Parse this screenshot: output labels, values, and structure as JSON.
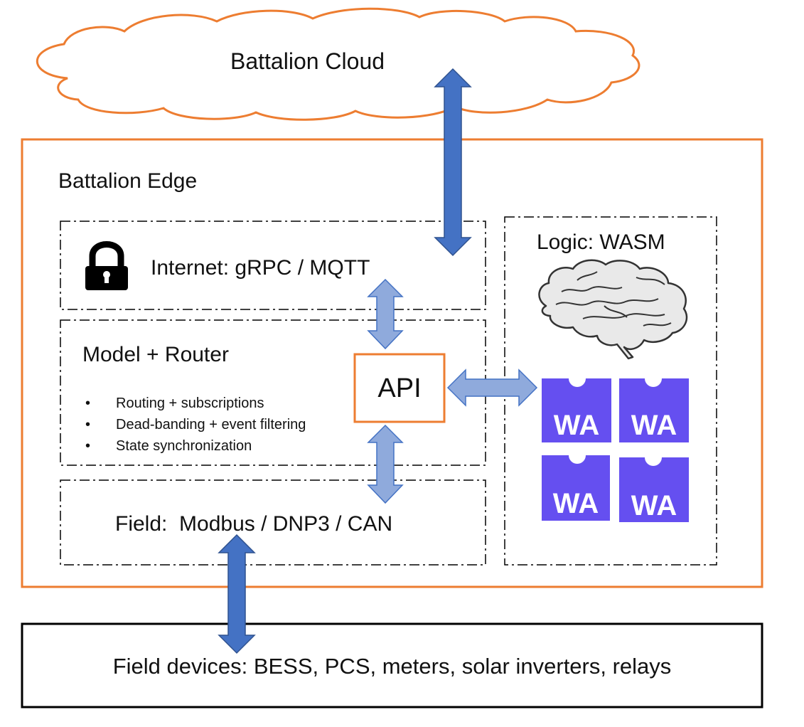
{
  "colors": {
    "accent_orange": "#ED7D31",
    "arrow_dark_blue": "#4472C4",
    "arrow_light_blue": "#8FAADC",
    "wasm_purple": "#654FF0",
    "outline_black": "#000000"
  },
  "cloud": {
    "label": "Battalion Cloud"
  },
  "edge": {
    "label": "Battalion Edge"
  },
  "internet": {
    "label": "Internet: gRPC / MQTT",
    "icon": "lock-icon"
  },
  "model_router": {
    "label": "Model + Router",
    "bullets": [
      "Routing + subscriptions",
      "Dead-banding + event filtering",
      "State synchronization"
    ]
  },
  "api": {
    "label": "API"
  },
  "field": {
    "label": "Field:  Modbus / DNP3 / CAN"
  },
  "logic": {
    "label": "Logic: WASM",
    "icon": "brain-icon",
    "tiles": [
      {
        "label": "WA",
        "icon": "wasm-logo-icon"
      },
      {
        "label": "WA",
        "icon": "wasm-logo-icon"
      },
      {
        "label": "WA",
        "icon": "wasm-logo-icon"
      },
      {
        "label": "WA",
        "icon": "wasm-logo-icon"
      }
    ]
  },
  "devices": {
    "label": "Field devices: BESS, PCS, meters, solar inverters, relays"
  }
}
